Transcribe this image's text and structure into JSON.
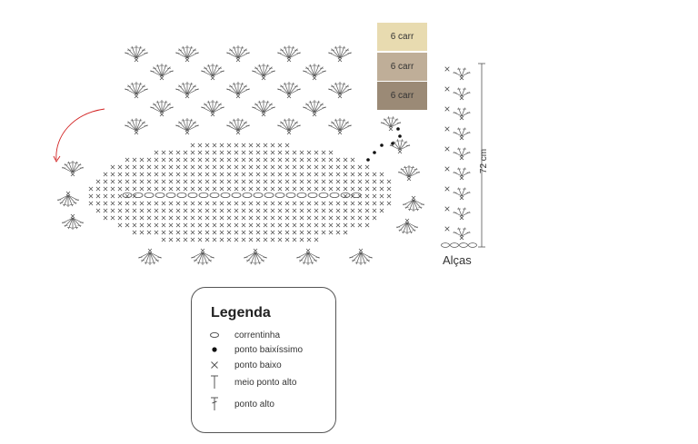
{
  "color_bar": {
    "items": [
      {
        "label": "6 carr",
        "color": "#e8dbb0"
      },
      {
        "label": "6 carr",
        "color": "#bfae98"
      },
      {
        "label": "6 carr",
        "color": "#9b8a76"
      }
    ]
  },
  "handles": {
    "label": "Alças",
    "length_label": "72 cm"
  },
  "legend": {
    "title": "Legenda",
    "items": [
      {
        "symbol": "chain-stitch-icon",
        "label": "correntinha"
      },
      {
        "symbol": "slip-stitch-icon",
        "label": "ponto baixíssimo"
      },
      {
        "symbol": "single-crochet-icon",
        "label": "ponto baixo"
      },
      {
        "symbol": "half-double-crochet-icon",
        "label": "meio ponto alto"
      },
      {
        "symbol": "double-crochet-icon",
        "label": "ponto alto"
      }
    ]
  },
  "colors": {
    "ink": "#555555",
    "accent_red": "#d22222"
  }
}
